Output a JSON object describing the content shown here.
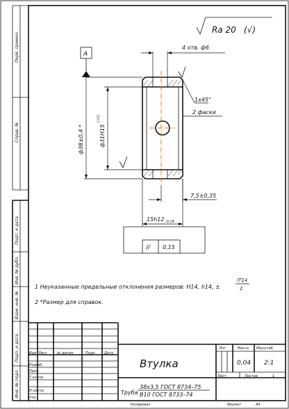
{
  "roughness": {
    "main": "Ra 20",
    "rest": "(√)"
  },
  "datum": {
    "letter": "A"
  },
  "dimensions": {
    "holes": "4 отв. ф6",
    "chamfer": "1х45°",
    "chamfer_note": "2 фаски",
    "outer_diameter": "ф38±0,4 *",
    "inner_diameter": "ф31Н15",
    "inner_tolerance": "(+1)",
    "hole_position": "7,5±0,35",
    "length": "15h12",
    "length_tolerance": "-0,18"
  },
  "tolerance_frame": {
    "symbol": "//",
    "value": "0,15"
  },
  "notes": {
    "note1_text": "1 Неуказанные предельные отклонения размеров: Н14, h14, ±",
    "note1_fraction_top": "IT14",
    "note1_fraction_bottom": "2",
    "note2_text": "2  *Размер для справок."
  },
  "side_labels": {
    "perv_primen": "Перв. примен.",
    "sprav_no": "Справ. №",
    "podp_data_1": "Подп. и дата",
    "inv_dubl": "Инв. № дубл.",
    "vzam_inv": "Взам. инв. №",
    "podp_data_2": "Подп. и дата",
    "inv_podl": "Инв. № подл."
  },
  "title_block": {
    "headers": [
      "Изм",
      "Лист",
      "№ докум.",
      "Подп.",
      "Дата"
    ],
    "roles": [
      "Разраб.",
      "Пров.",
      "Т.контр.",
      "",
      "Н.контр.",
      "Утв."
    ],
    "part_name": "Втулка",
    "material_prefix": "Труба",
    "material_line1": "38х3,5 ГОСТ 8734–75",
    "material_line2": "В10 ГОСТ 8733–74",
    "lit_label": "Лит.",
    "mass_label": "Масса",
    "scale_label": "Масштаб",
    "mass_value": "0,04",
    "scale_value": "2:1",
    "sheet_label": "Лист",
    "sheets_label": "Листов",
    "sheets_value": "1",
    "copied_label": "Копировал",
    "format_label": "Формат",
    "format_value": "А4"
  }
}
